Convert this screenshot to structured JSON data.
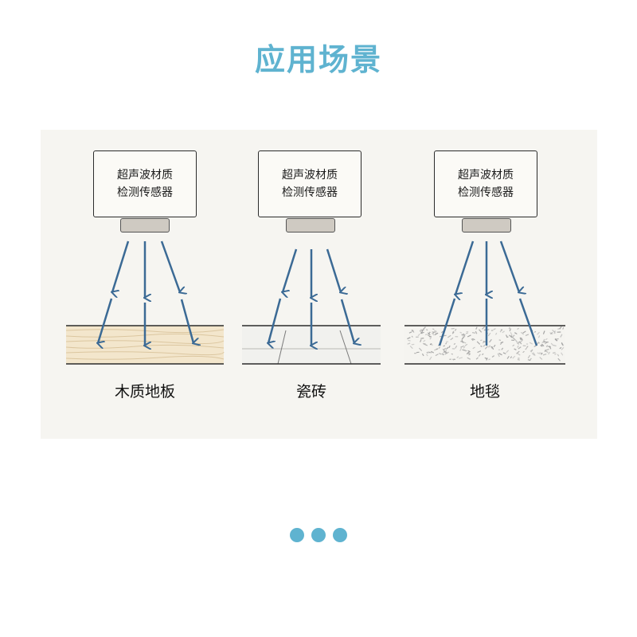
{
  "title": "应用场景",
  "sensor": {
    "line1": "超声波材质",
    "line2": "检测传感器"
  },
  "scenes": [
    {
      "label": "木质地板",
      "material": "wood-floor"
    },
    {
      "label": "瓷砖",
      "material": "ceramic-tile"
    },
    {
      "label": "地毯",
      "material": "carpet"
    }
  ],
  "colors": {
    "accent": "#5fb3d0",
    "arrow": "#3b6a95"
  },
  "pager": {
    "dots": 3
  }
}
